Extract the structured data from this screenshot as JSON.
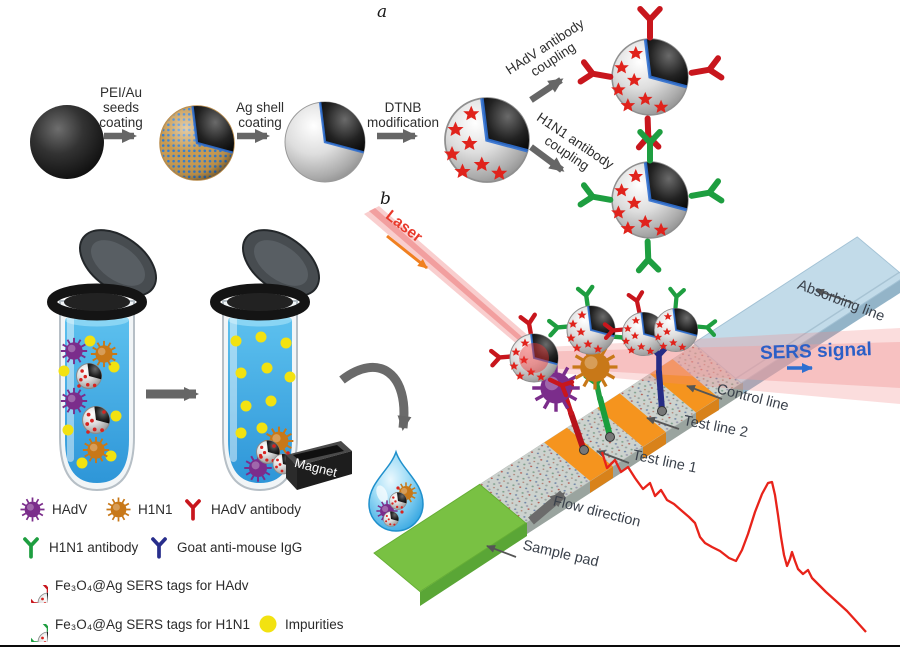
{
  "panel_labels": {
    "a": "a",
    "b": "b"
  },
  "synthesis": {
    "steps": [
      {
        "label": "PEI/Au\nseeds\ncoating"
      },
      {
        "label": "Ag shell\ncoating"
      },
      {
        "label": "DTNB\nmodification"
      },
      {
        "label": "HAdV antibody\ncoupling"
      },
      {
        "label": "H1N1 antibody\ncoupling"
      }
    ]
  },
  "assay": {
    "laser": "Laser",
    "sers_signal": "SERS signal",
    "magnet": "Magnet",
    "absorbing_line": "Absorbing line",
    "control_line": "Control line",
    "test_line_2": "Test line 2",
    "test_line_1": "Test line 1",
    "flow_direction": "Flow direction",
    "sample_pad": "Sample pad"
  },
  "legend": {
    "hadv": "HAdV",
    "h1n1": "H1N1",
    "hadv_antibody": "HAdV antibody",
    "h1n1_antibody": "H1N1 antibody",
    "goat_igg": "Goat anti-mouse IgG",
    "sers_tag_hadv": "Fe₃O₄@Ag SERS tags for HAdv",
    "sers_tag_h1n1": "Fe₃O₄@Ag SERS tags for H1N1",
    "impurities": "Impurities"
  },
  "colors": {
    "laser_text": "#e8392b",
    "sers_text": "#2b5fc7",
    "hadv_virus": "#7b2d8b",
    "h1n1_virus": "#c87818",
    "hadv_antibody": "#c8161d",
    "h1n1_antibody": "#1e9e40",
    "goat_igg": "#282e8c",
    "impurity": "#f2e211",
    "test_line": "#f5941e",
    "sample_pad": "#79c143",
    "absorbing_pad": "#c2dbe9",
    "beam": "#ef8585"
  }
}
